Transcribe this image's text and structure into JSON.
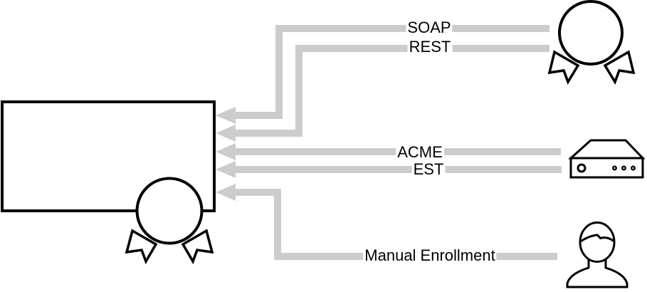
{
  "colors": {
    "connector": "#cccccc",
    "stroke": "#000000",
    "label_bg": "#ffffff",
    "text": "#000000",
    "canvas_bg": "#ffffff"
  },
  "connectors": {
    "soap": {
      "label": "SOAP"
    },
    "rest": {
      "label": "REST"
    },
    "acme": {
      "label": "ACME"
    },
    "est": {
      "label": "EST"
    },
    "manual": {
      "label": "Manual Enrollment"
    }
  },
  "icons": {
    "certificate": "certificate-ribbon-icon",
    "authority": "medal-ribbon-icon",
    "appliance": "server-appliance-icon",
    "user": "person-icon"
  }
}
